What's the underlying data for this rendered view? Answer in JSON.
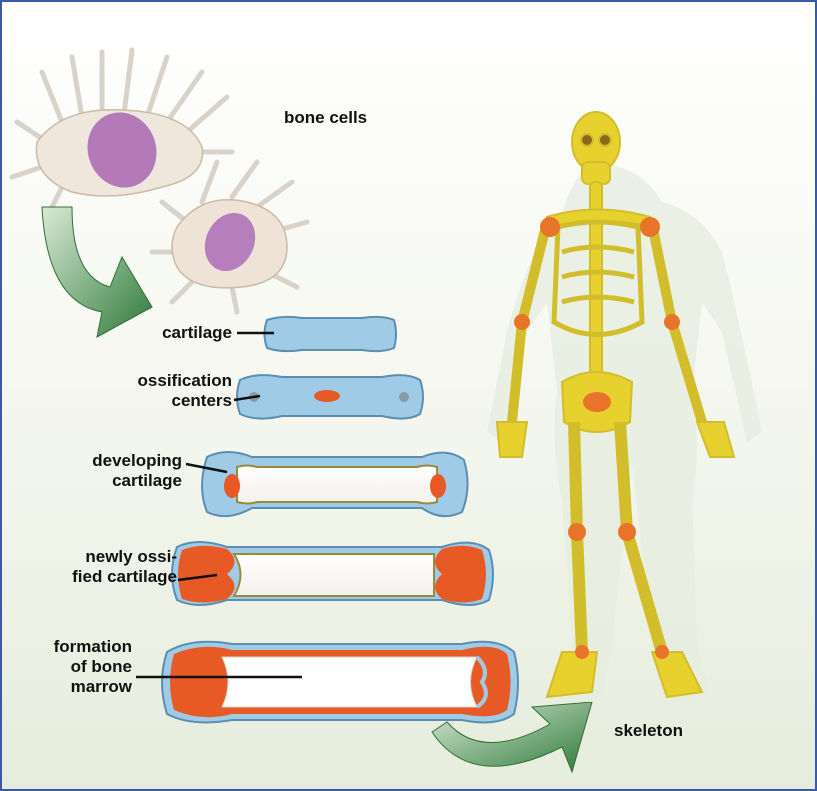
{
  "labels": {
    "bone_cells": "bone cells",
    "cartilage": "cartilage",
    "ossification_centers": "ossification\ncenters",
    "developing_cartilage": "developing\ncartilage",
    "newly_ossified_cartilage": "newly ossi-\nfied cartilage",
    "formation_of_bone_marrow": "formation\nof bone\nmarrow",
    "skeleton": "skeleton"
  },
  "colors": {
    "border": "#3a5aa8",
    "cartilage_blue": "#9fcbe6",
    "ossified_orange": "#e85a25",
    "bone_yellow": "#e6d12e",
    "arrow_green": "#3f8f4a"
  }
}
